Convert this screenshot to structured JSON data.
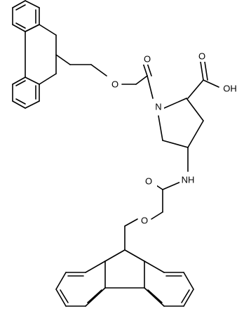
{
  "molecule": {
    "labels": {
      "ester_oxygen_top": "O",
      "carbonyl_oxygen_top": "O",
      "ring_nitrogen": "N",
      "acid_carbonyl_oxygen": "O",
      "acid_hydroxyl": "OH",
      "amine_nh": "NH",
      "carbonyl_oxygen_bottom": "O",
      "ester_oxygen_bottom": "O"
    }
  },
  "colors": {
    "bond": "#000000",
    "text": "#000000",
    "background": "#ffffff"
  }
}
